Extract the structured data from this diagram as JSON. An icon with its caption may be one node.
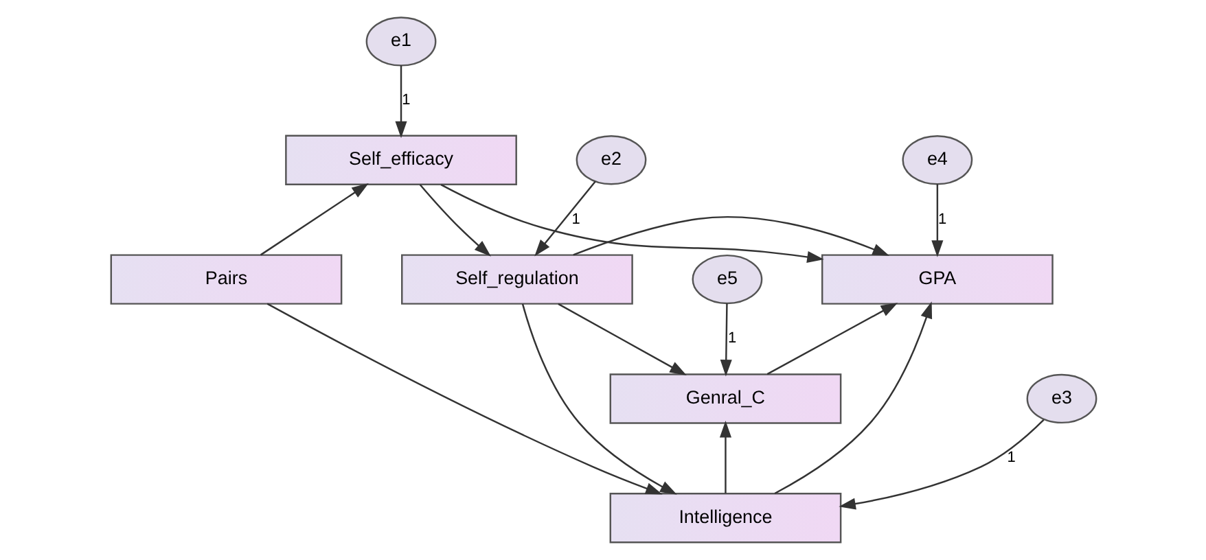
{
  "diagram": {
    "nodes": [
      {
        "text": [
          "e1"
        ]
      },
      {
        "text": [
          "Self_efficacy"
        ]
      },
      {
        "text": [
          "e4"
        ]
      },
      {
        "text": [
          "GPA"
        ]
      },
      {
        "text": [
          "e5"
        ]
      },
      {
        "text": [
          "e2"
        ]
      },
      {
        "text": [
          "Self_regulation"
        ]
      },
      {
        "text": [
          "Pairs"
        ]
      },
      {
        "text": [
          "Genral_C"
        ]
      },
      {
        "text": [
          "e3"
        ]
      },
      {
        "text": [
          "Intelligence"
        ]
      }
    ],
    "edges": [
      {
        "from": 0,
        "to": 1,
        "arrow": "to",
        "label": "1"
      },
      {
        "from": 1,
        "to": 3,
        "arrow": "to"
      },
      {
        "from": 1,
        "to": 6,
        "arrow": "to"
      },
      {
        "from": 7,
        "to": 1,
        "arrow": "to"
      },
      {
        "from": 2,
        "to": 3,
        "arrow": "to",
        "label": "1"
      },
      {
        "from": 5,
        "to": 6,
        "arrow": "to",
        "label": "1"
      },
      {
        "from": 4,
        "to": 8,
        "arrow": "to",
        "label": "1"
      },
      {
        "from": 6,
        "to": 3,
        "arrow": "to"
      },
      {
        "from": 6,
        "to": 8,
        "arrow": "to"
      },
      {
        "from": 8,
        "to": 3,
        "arrow": "to"
      },
      {
        "from": 6,
        "to": 10,
        "arrow": "to"
      },
      {
        "from": 10,
        "to": 3,
        "arrow": "to"
      },
      {
        "from": 10,
        "to": 8,
        "arrow": "to"
      },
      {
        "from": 7,
        "to": 10,
        "arrow": "to"
      },
      {
        "from": 9,
        "to": 10,
        "arrow": "to",
        "label": "1"
      }
    ]
  }
}
